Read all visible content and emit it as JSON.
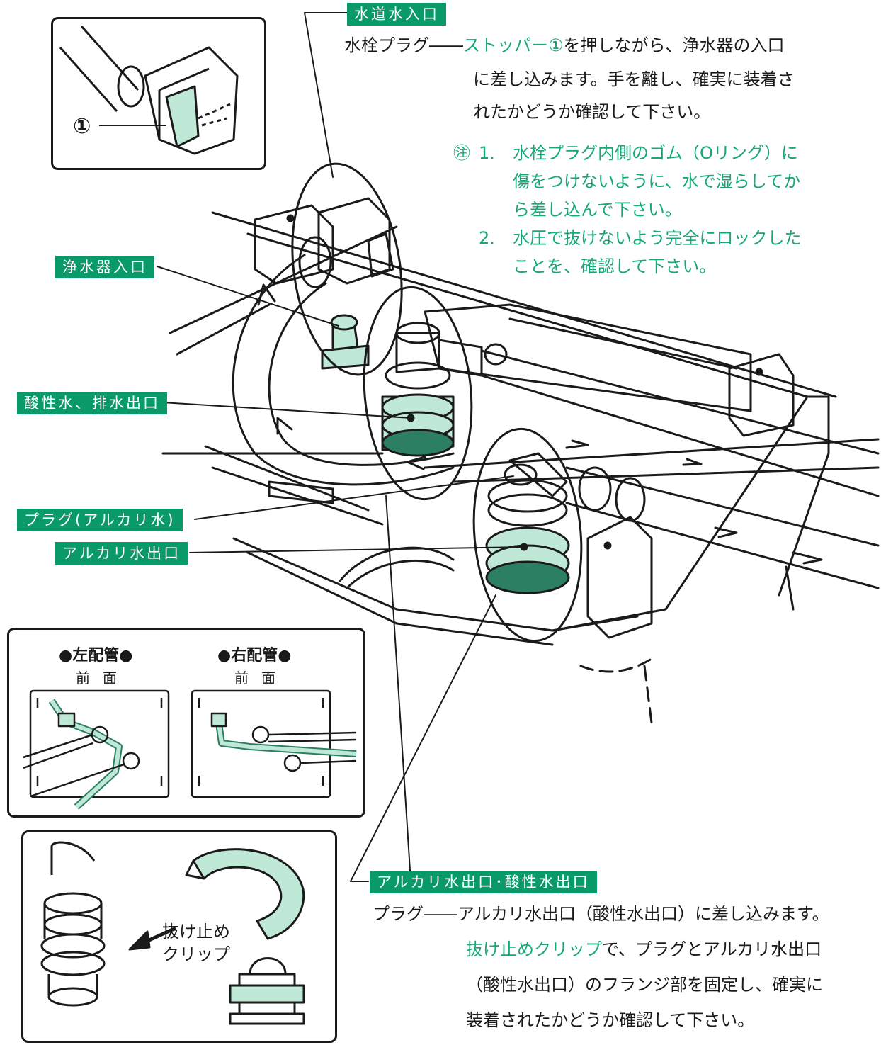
{
  "labels": {
    "water_inlet": "水道水入口",
    "purifier_inlet": "浄水器入口",
    "acid_drain_outlet": "酸性水、排水出口",
    "plug_alkaline": "プラグ(アルカリ水)",
    "alkaline_outlet": "アルカリ水出口",
    "alkaline_acid_outlet": "アルカリ水出口･酸性水出口"
  },
  "inset_top": {
    "marker": "①"
  },
  "instructions_top": {
    "term": "水栓プラグ",
    "line1_green": "ストッパー①",
    "line1_rest": "を押しながら、浄水器の入口",
    "line2": "に差し込みます。手を離し、確実に装着さ",
    "line3": "れたかどうか確認して下さい。"
  },
  "notes": {
    "marker": "㊟",
    "n1_num": "1.",
    "n1_line1": "水栓プラグ内側のゴム（Oリング）に",
    "n1_line2": "傷をつけないように、水で湿らしてか",
    "n1_line3": "ら差し込んで下さい。",
    "n2_num": "2.",
    "n2_line1": "水圧で抜けないよう完全にロックした",
    "n2_line2": "ことを、確認して下さい。"
  },
  "piping": {
    "left_title": "●左配管●",
    "right_title": "●右配管●",
    "front_left": "前面",
    "front_right": "前面"
  },
  "clip_inset": {
    "label_line1": "抜け止め",
    "label_line2": "クリップ"
  },
  "instructions_bottom": {
    "term": "プラグ",
    "line1_rest": "アルカリ水出口（酸性水出口）に差し込みます。",
    "line2_green": "抜け止めクリップ",
    "line2_rest": "で、プラグとアルカリ水出口",
    "line3": "（酸性水出口）のフランジ部を固定し、確実に",
    "line4": "装着されたかどうか確認して下さい。"
  },
  "colors": {
    "accent": "#0a9a6a",
    "accent_text": "#16a878",
    "fill_light": "#bfe8d6"
  }
}
